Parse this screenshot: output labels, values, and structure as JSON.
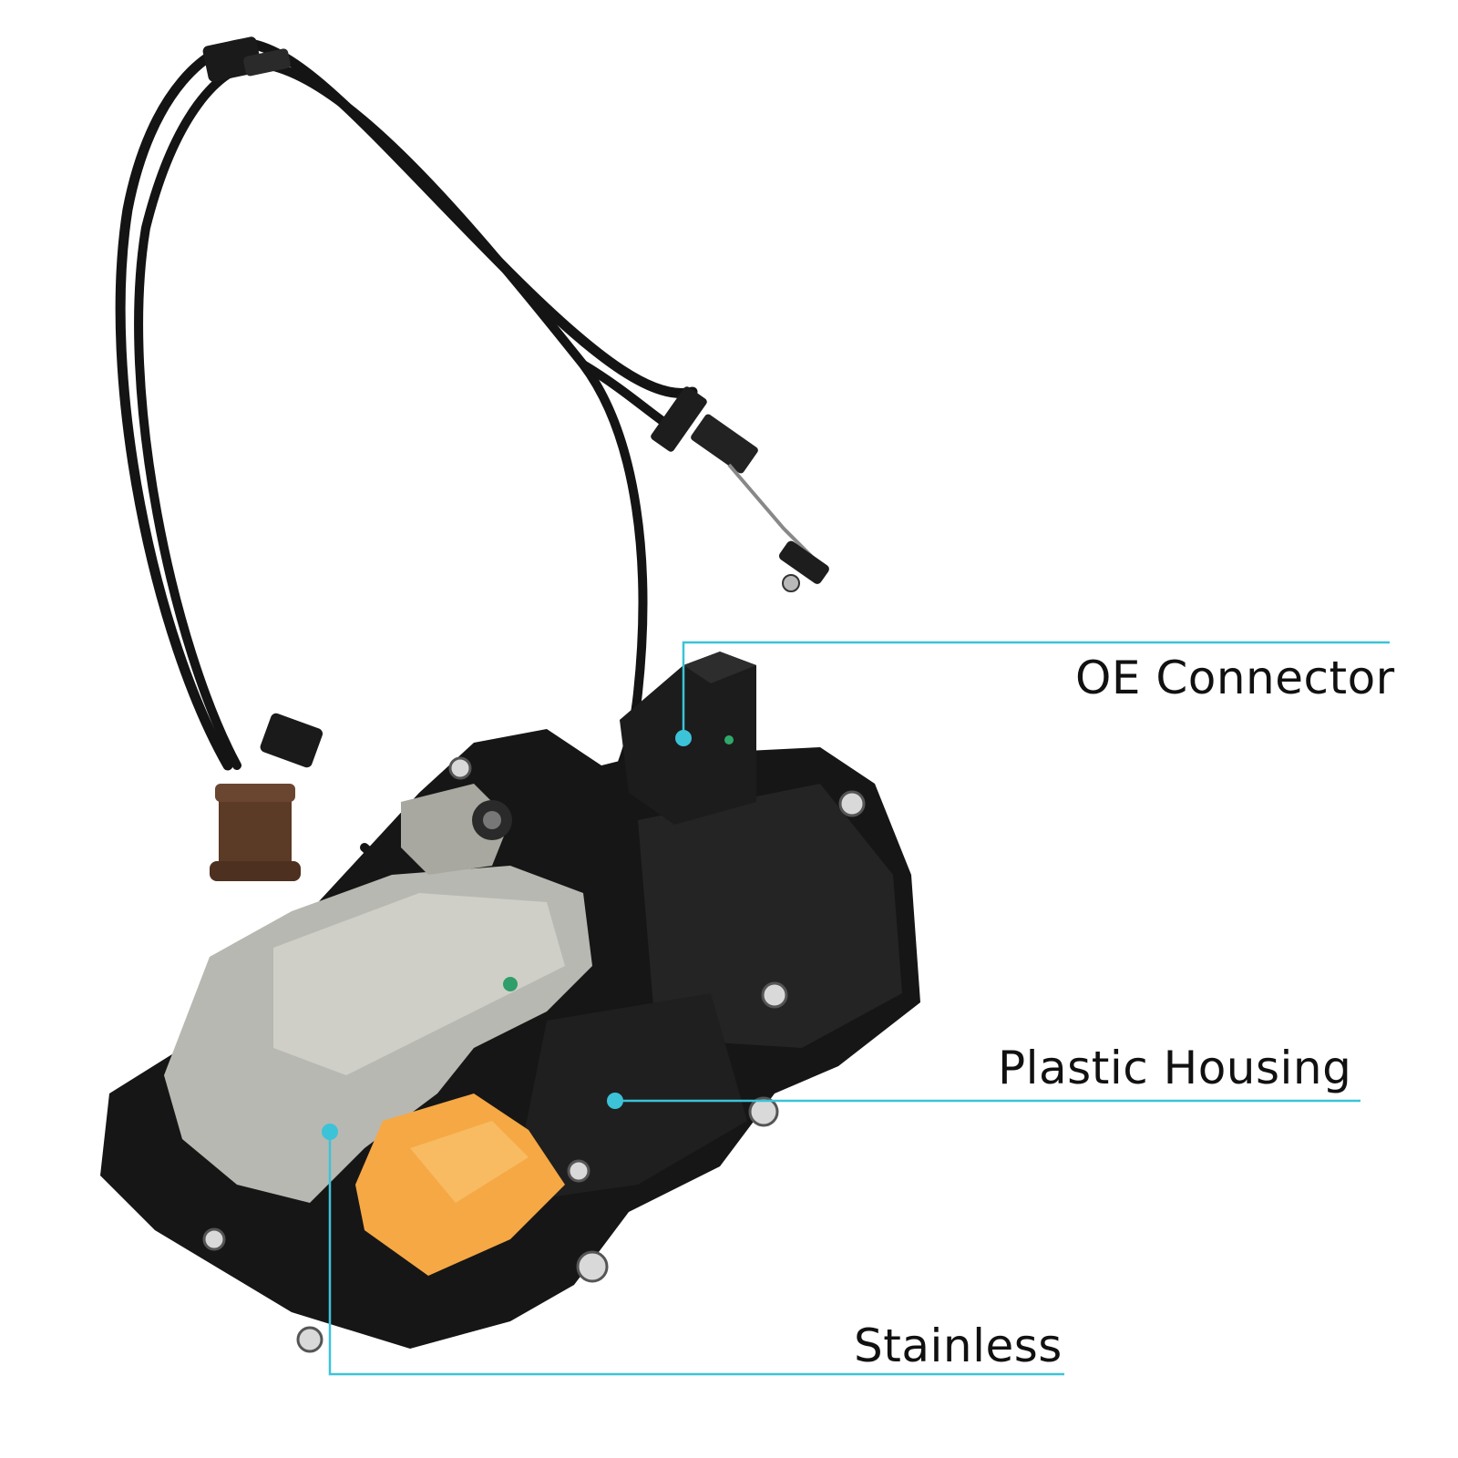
{
  "product": {
    "subject": "door-lock-actuator-with-cable",
    "accent_color": "#3cc3d8",
    "clip_color": "#f5a844"
  },
  "callouts": [
    {
      "id": "oe-connector",
      "label": "OE Connector"
    },
    {
      "id": "plastic-housing",
      "label": "Plastic Housing"
    },
    {
      "id": "stainless",
      "label": "Stainless"
    }
  ]
}
